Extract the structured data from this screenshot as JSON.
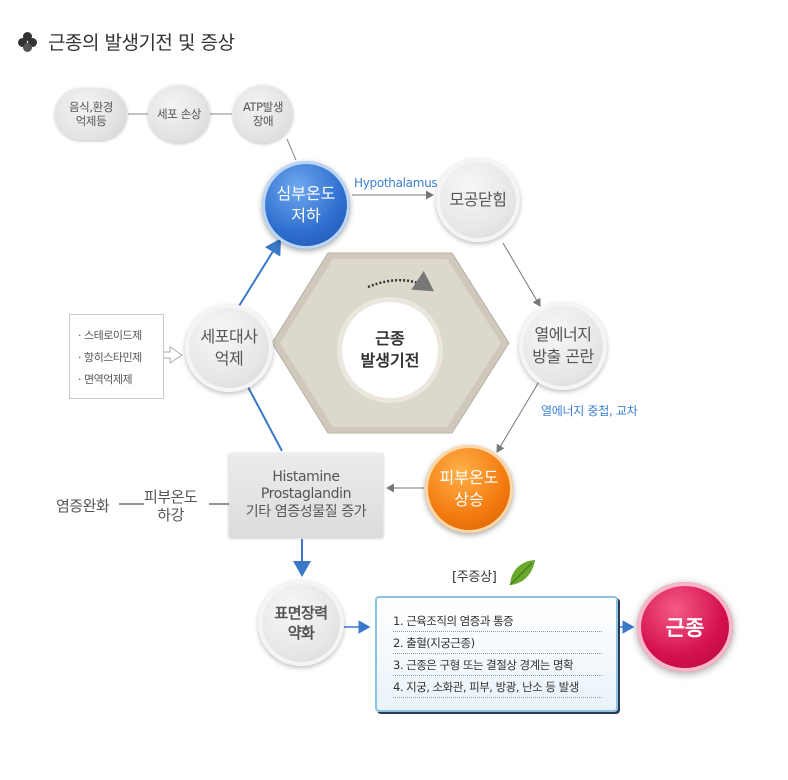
{
  "title": "근종의 발생기전 및 증상",
  "nodes": {
    "food_inhibition": [
      "음식,환경",
      "억제등"
    ],
    "cell_damage": "세포 손상",
    "atp_disorder": [
      "ATP발생",
      "장애"
    ],
    "core_temp_drop": [
      "심부온도",
      "저하"
    ],
    "pore_closure": "모공닫힘",
    "heat_release_difficulty": [
      "열에너지",
      "방출 곤란"
    ],
    "skin_temp_rise": [
      "피부온도",
      "상승"
    ],
    "histamine_box": [
      "Histamine",
      "Prostaglandin",
      "기타 염증성물질 증가"
    ],
    "cell_metabolism_inhibition": [
      "세포대사",
      "억제"
    ],
    "skin_temp_fall": [
      "피부온도",
      "하강"
    ],
    "inflammation_relief": "염증완화",
    "surface_tension_weakening": [
      "표면장력",
      "약화"
    ],
    "center": [
      "근종",
      "발생기전"
    ],
    "fibroid": "근종"
  },
  "labels": {
    "hypothalamus": "Hypothalamus",
    "heat_overlap": "열에너지 중첩, 교차"
  },
  "suppressors": [
    "· 스테로이드제",
    "· 항히스타민제",
    "· 면역억제제"
  ],
  "symptoms": {
    "title": "[주증상]",
    "items": [
      "1. 근육조직의 염증과 통증",
      "2. 출혈(지궁근종)",
      "3. 근종은 구형 또는 결절상 경계는 명확",
      "4. 지궁, 소화관, 피부, 방광, 난소 등 발생"
    ]
  },
  "colors": {
    "blue": "#2f6fcf",
    "orange": "#f37b10",
    "red": "#d5114d",
    "arrow": "#3a78c8",
    "connector": "#888888"
  }
}
